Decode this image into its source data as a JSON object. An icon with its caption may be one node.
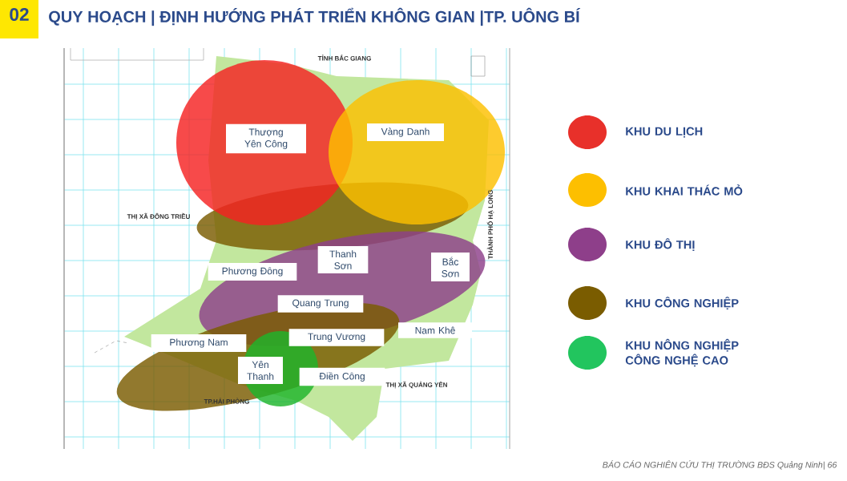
{
  "diagram": {
    "title": "QUY HOẠCH | ĐỊNH HƯỚNG PHÁT TRIỂN KHÔNG GIAN |TP. UÔNG BÍ",
    "nodes": [
      {
        "text": [
          "Thượng Yên Công"
        ]
      },
      {
        "text": [
          "Vàng Danh"
        ]
      },
      {
        "text": [
          "Phương Đông"
        ]
      },
      {
        "text": [
          "Thanh Sơn"
        ]
      },
      {
        "text": [
          "Bắc Sơn"
        ]
      },
      {
        "text": [
          "Quang Trung"
        ]
      },
      {
        "text": [
          "Trung Vương"
        ]
      },
      {
        "text": [
          "Nam Khê"
        ]
      },
      {
        "text": [
          "Phương Nam"
        ]
      },
      {
        "text": [
          "Yên Thanh"
        ]
      },
      {
        "text": [
          "Điền Công"
        ]
      }
    ],
    "edges": [],
    "labels": [
      "02",
      "TỈNH BẮC GIANG",
      "THỊ XÃ ĐÔNG TRIỀU",
      "THÀNH PHỐ HẠ LONG",
      "THỊ XÃ QUẢNG YÊN",
      "TP.HẢI PHÒNG",
      "BÁO CÁO NGHIÊN CỨU THỊ TRƯỜNG BĐS Quảng Ninh| 66"
    ],
    "legend": [
      {
        "text": "KHU DU LỊCH",
        "color": "#e8302a"
      },
      {
        "text": "KHU KHAI THÁC MỎ",
        "color": "#fdbf00"
      },
      {
        "text": "KHU ĐÔ THỊ",
        "color": "#8e3f8a"
      },
      {
        "text": "KHU CÔNG NGHIỆP",
        "color": "#7a5c00"
      },
      {
        "text": "KHU NÔNG NGHIỆP CÔNG NGHỆ CAO",
        "color": "#22c55e"
      }
    ]
  }
}
